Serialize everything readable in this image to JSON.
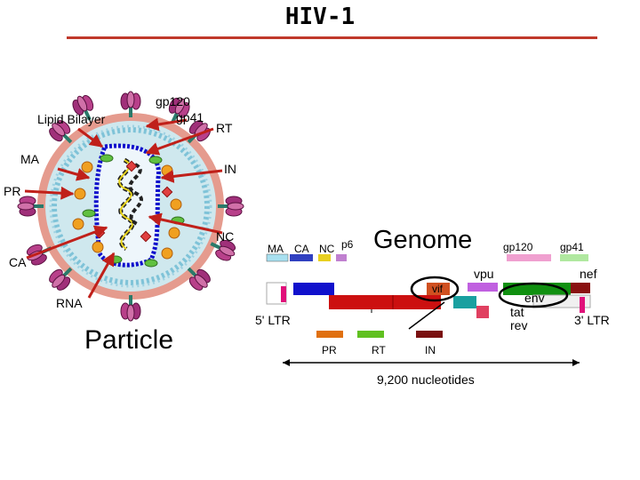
{
  "title": "HIV-1",
  "particle": {
    "caption": "Particle",
    "labels": {
      "gp120": "gp120",
      "gp41": "gp41",
      "lipid_bilayer": "Lipid Bilayer",
      "rt": "RT",
      "ma": "MA",
      "in": "IN",
      "pr": "PR",
      "nc": "NC",
      "ca": "CA",
      "rna": "RNA"
    }
  },
  "genome": {
    "caption": "Genome",
    "gag_labels": {
      "ma": "MA",
      "ca": "CA",
      "nc": "NC",
      "p6": "p6"
    },
    "env_labels": {
      "gp120": "gp120",
      "gp41": "gp41"
    },
    "genes": {
      "vpu": "vpu",
      "nef": "nef",
      "vif": "vif",
      "env": "env",
      "tat": "tat",
      "rev": "rev"
    },
    "ltr_5": "5' LTR",
    "ltr_3": "3' LTR",
    "pol_labels": {
      "pr": "PR",
      "rt": "RT",
      "in": "IN"
    },
    "length": "9,200 nucleotides"
  },
  "colors": {
    "title_rule": "#c0392b",
    "arrow": "#c0201a",
    "membrane": "#e59b8e",
    "interior": "#cfe8ee",
    "glycoprotein": "#a0307a",
    "gag_blue": "#1010cc",
    "pol_red": "#cc1010",
    "env_green": "#109010"
  }
}
